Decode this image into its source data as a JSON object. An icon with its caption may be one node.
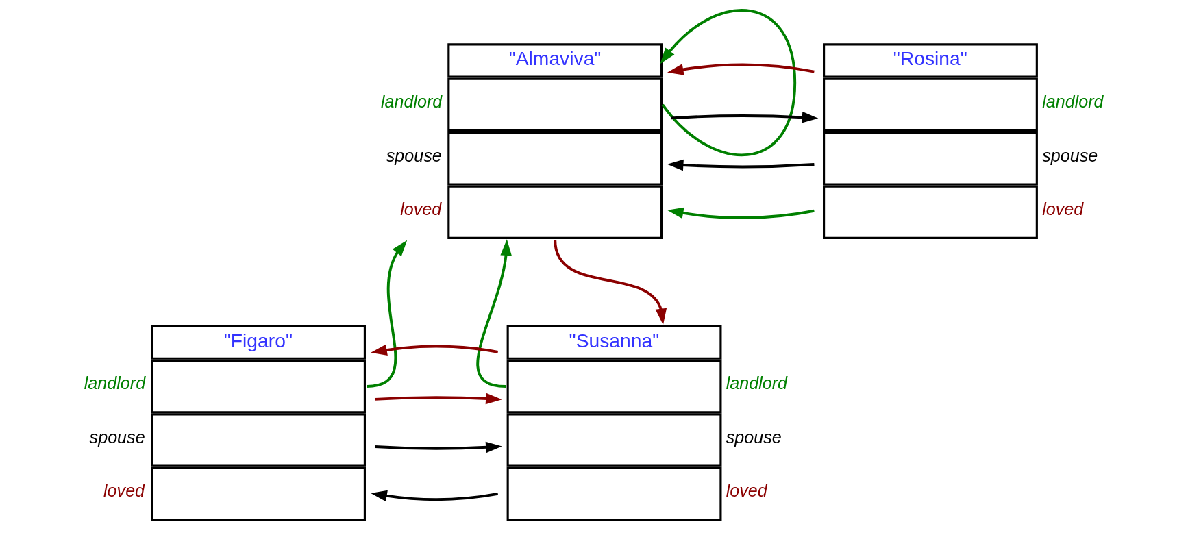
{
  "diagram": {
    "nodes": [
      {
        "text": [
          "\"Almaviva\""
        ],
        "beside": [
          "landlord",
          "spouse",
          "loved"
        ]
      },
      {
        "text": [
          "\"Rosina\""
        ],
        "beside": [
          "landlord",
          "spouse",
          "loved"
        ]
      },
      {
        "text": [
          "\"Figaro\""
        ],
        "beside": [
          "landlord",
          "spouse",
          "loved"
        ]
      },
      {
        "text": [
          "\"Susanna\""
        ],
        "beside": [
          "landlord",
          "spouse",
          "loved"
        ]
      }
    ],
    "edges": [
      {
        "from": 0,
        "to": 0,
        "arrow": "to",
        "color": "#008000"
      },
      {
        "from": 1,
        "to": 0,
        "arrow": "to",
        "color": "#008000"
      },
      {
        "from": 1,
        "to": 0,
        "arrow": "to",
        "color": "#000000"
      },
      {
        "from": 0,
        "to": 1,
        "arrow": "to",
        "color": "#000000"
      },
      {
        "from": 1,
        "to": 0,
        "arrow": "to",
        "color": "#8b0000"
      },
      {
        "from": 0,
        "to": 3,
        "arrow": "to",
        "color": "#8b0000"
      },
      {
        "from": 2,
        "to": 0,
        "arrow": "to",
        "color": "#008000"
      },
      {
        "from": 3,
        "to": 0,
        "arrow": "to",
        "color": "#008000"
      },
      {
        "from": 3,
        "to": 2,
        "arrow": "to",
        "color": "#000000"
      },
      {
        "from": 2,
        "to": 3,
        "arrow": "to",
        "color": "#000000"
      },
      {
        "from": 2,
        "to": 3,
        "arrow": "to",
        "color": "#8b0000"
      },
      {
        "from": 3,
        "to": 2,
        "arrow": "to",
        "color": "#8b0000"
      }
    ]
  }
}
